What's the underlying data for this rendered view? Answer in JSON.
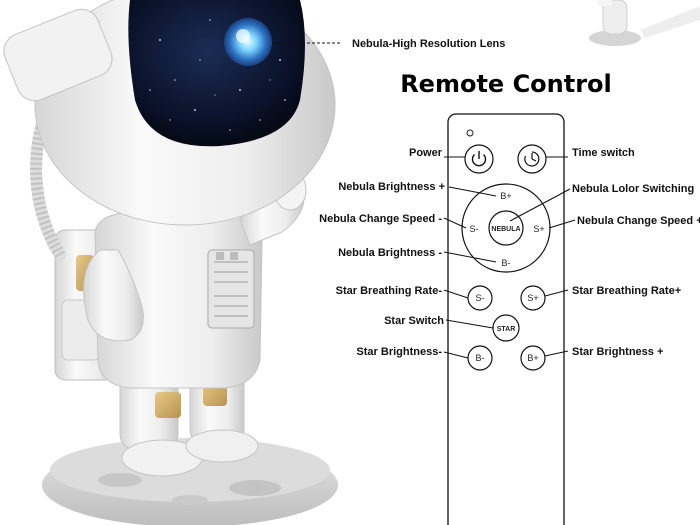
{
  "title": "Remote Control",
  "lens_label": "Nebula-High Resolution Lens",
  "labels": {
    "power": "Power",
    "time_switch": "Time switch",
    "nebula_brightness_plus": "Nebula Brightness +",
    "nebula_color_switching": "Nebula Lolor Switching",
    "nebula_change_speed_minus": "Nebula Change Speed -",
    "nebula_change_speed_plus": "Nebula Change Speed +",
    "nebula_brightness_minus": "Nebula Brightness -",
    "star_breathing_rate_minus": "Star Breathing Rate-",
    "star_breathing_rate_plus": "Star Breathing Rate+",
    "star_switch": "Star Switch",
    "star_brightness_minus": "Star Brightness-",
    "star_brightness_plus": "Star Brightness +"
  },
  "buttons": {
    "b_plus": "B+",
    "b_minus": "B-",
    "s_minus": "S-",
    "s_plus": "S+",
    "nebula": "NEBULA",
    "star_breath_minus": "S-",
    "star_breath_plus": "S+",
    "star": "STAR",
    "star_b_minus": "B-",
    "star_b_plus": "B+"
  },
  "icons": {
    "power": "power-icon",
    "timer": "timer-icon"
  }
}
